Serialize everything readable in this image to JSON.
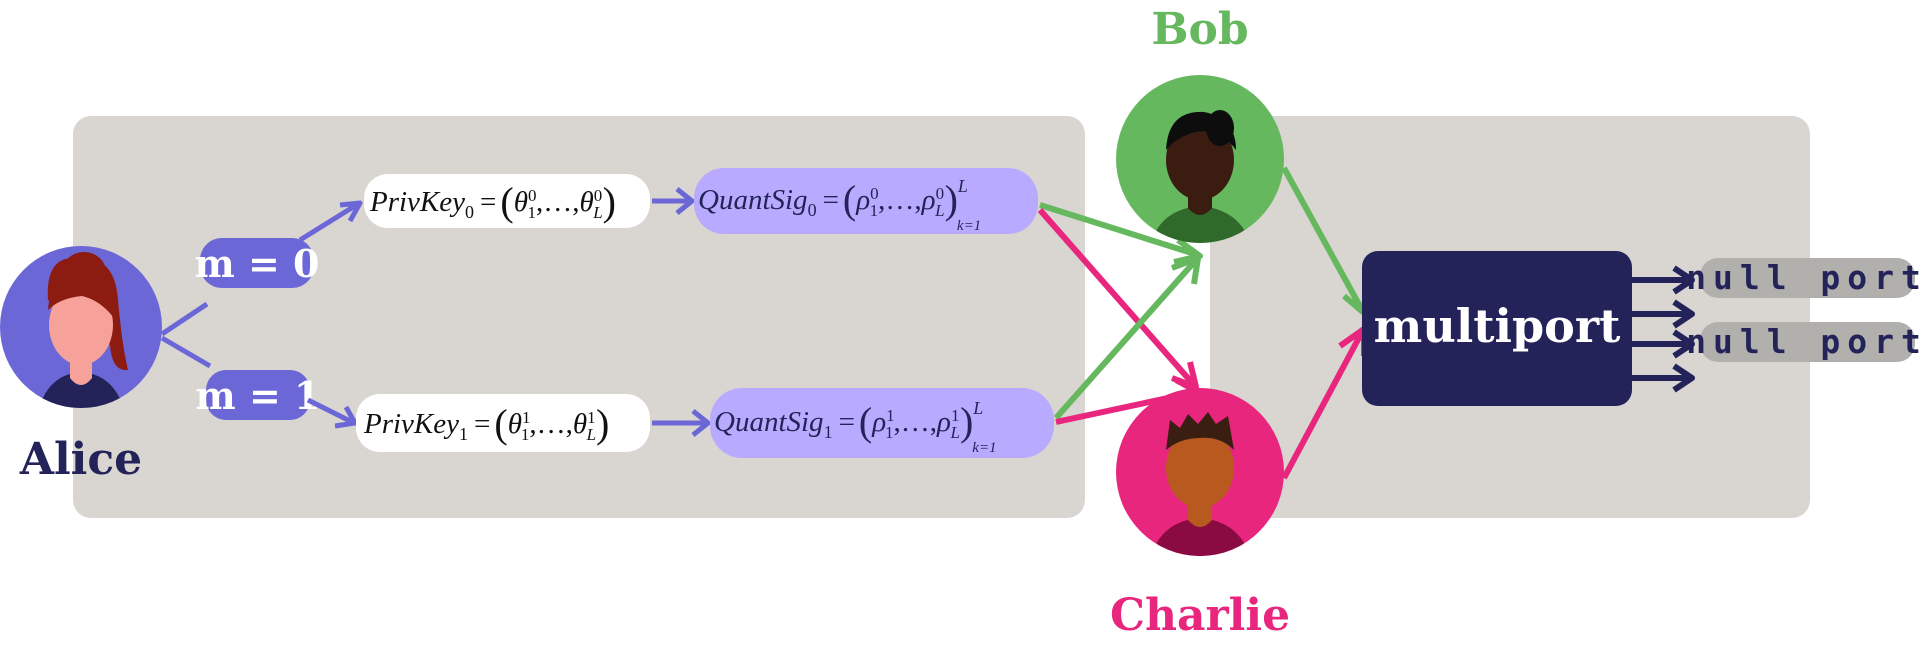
{
  "colors": {
    "panel": "#d9d5d1",
    "purple": "#6c67d6",
    "lavender": "#b8abff",
    "green": "#66b85e",
    "pink": "#e8267d",
    "navy": "#23235a",
    "gray": "#b2b0ad"
  },
  "people": {
    "alice": "Alice",
    "bob": "Bob",
    "charlie": "Charlie"
  },
  "messages": {
    "m0": "m = 0",
    "m1": "m = 1"
  },
  "keys": {
    "k0": {
      "name": "PrivKey",
      "sub": "0",
      "eq": "=",
      "theta": "θ",
      "s1": "1",
      "s2": "L",
      "sup": "0",
      "comma1": ",",
      "dots": "…",
      "comma2": ","
    },
    "k1": {
      "name": "PrivKey",
      "sub": "1",
      "eq": "=",
      "theta": "θ",
      "s1": "1",
      "s2": "L",
      "sup": "1",
      "comma1": ",",
      "dots": "…",
      "comma2": ","
    }
  },
  "sigs": {
    "s0": {
      "name": "QuantSig",
      "sub": "0",
      "eq": "=",
      "rho": "ρ",
      "s1": "1",
      "s2": "L",
      "sup": "0",
      "comma1": ",",
      "dots": "…",
      "comma2": ",",
      "upper": "L",
      "lower": "k=1"
    },
    "s1": {
      "name": "QuantSig",
      "sub": "1",
      "eq": "=",
      "rho": "ρ",
      "s1": "1",
      "s2": "L",
      "sup": "1",
      "comma1": ",",
      "dots": "…",
      "comma2": ",",
      "upper": "L",
      "lower": "k=1"
    }
  },
  "multiport": "multiport",
  "ports": [
    "null port",
    "null port"
  ]
}
